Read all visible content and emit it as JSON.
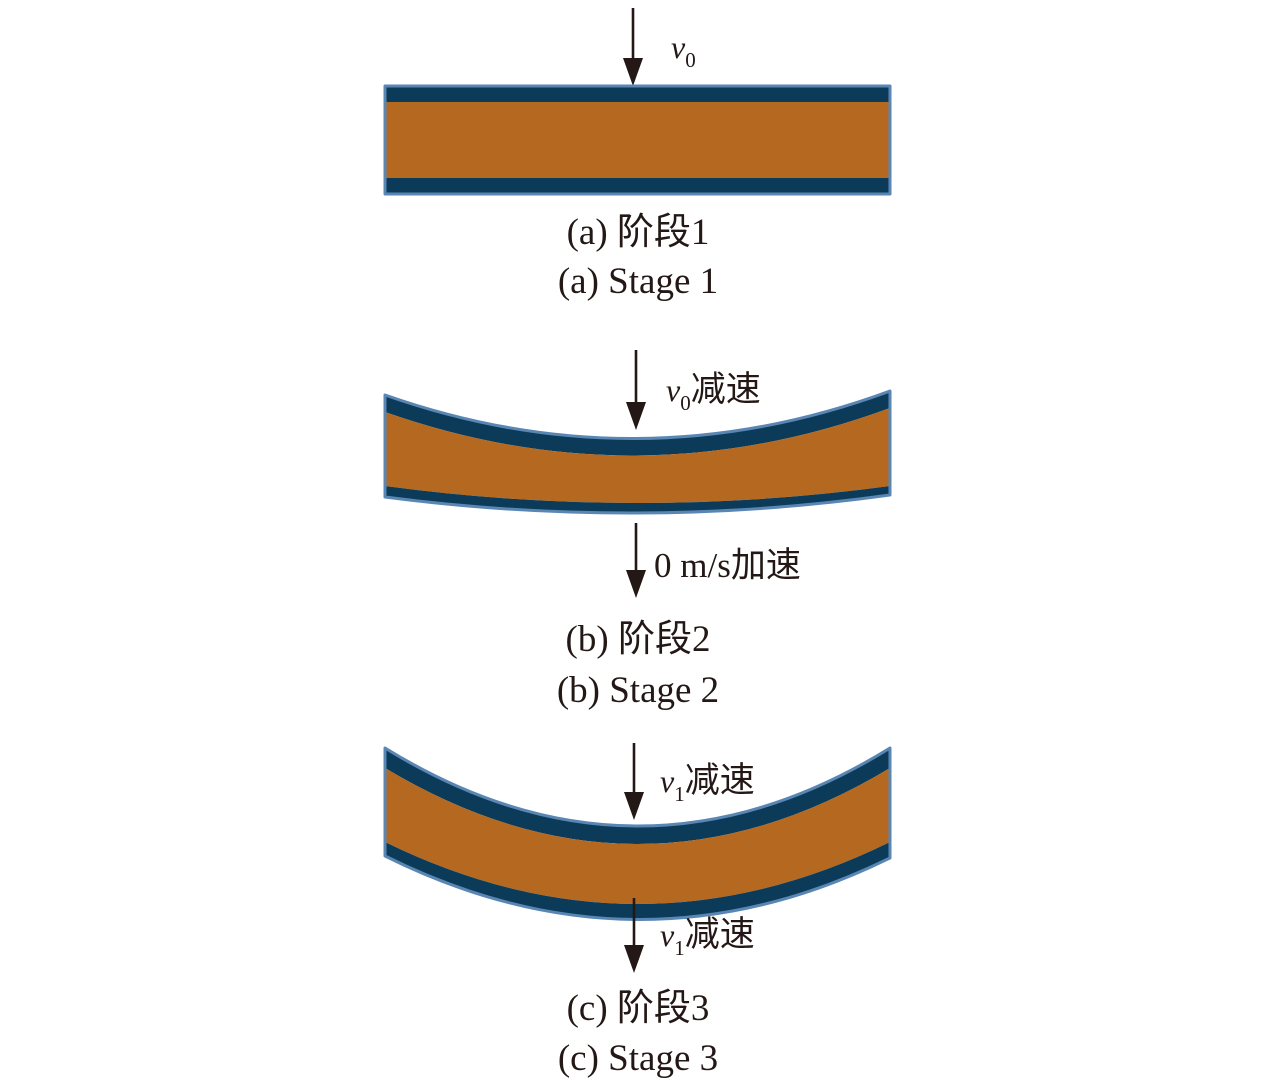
{
  "stage_a": {
    "arrow_label": {
      "v": "v",
      "sub": "0",
      "suffix": ""
    },
    "caption_cn": "(a) 阶段1",
    "caption_en": "(a) Stage 1"
  },
  "stage_b": {
    "top_arrow_label": {
      "v": "v",
      "sub": "0",
      "suffix": "减速"
    },
    "bottom_arrow_label": "0 m/s加速",
    "caption_cn": "(b) 阶段2",
    "caption_en": "(b) Stage 2"
  },
  "stage_c": {
    "top_arrow_label": {
      "v": "v",
      "sub": "1",
      "suffix": "减速"
    },
    "bottom_arrow_label": {
      "v": "v",
      "sub": "1",
      "suffix": "减速"
    },
    "caption_cn": "(c) 阶段3",
    "caption_en": "(c) Stage 3"
  },
  "colors": {
    "core": "#b5681f",
    "skin": "#0c3b5a",
    "outline": "#5a86b4",
    "arrow": "#231815"
  }
}
